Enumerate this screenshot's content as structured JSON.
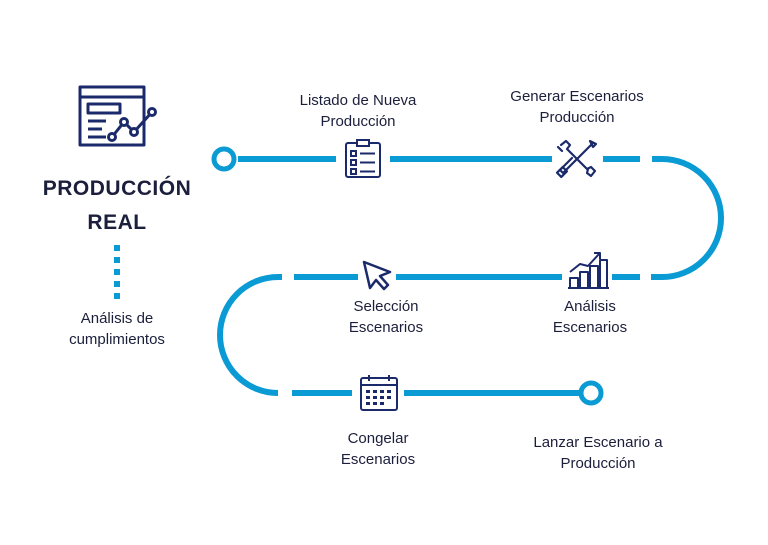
{
  "header": {
    "title_line1": "PRODUCCIÓN",
    "title_line2": "REAL"
  },
  "side_note": {
    "line1": "Análisis de",
    "line2": "cumplimientos"
  },
  "steps": [
    {
      "line1": "Listado de Nueva",
      "line2": "Producción",
      "icon": "checklist-icon"
    },
    {
      "line1": "Generar Escenarios",
      "line2": "Producción",
      "icon": "wrench-screwdriver-icon"
    },
    {
      "line1": "Análisis",
      "line2": "Escenarios",
      "icon": "bar-chart-growth-icon"
    },
    {
      "line1": "Selección",
      "line2": "Escenarios",
      "icon": "cursor-arrow-icon"
    },
    {
      "line1": "Congelar",
      "line2": "Escenarios",
      "icon": "calendar-icon"
    },
    {
      "line1": "Lanzar Escenario a",
      "line2": "Producción",
      "icon": "end-circle-icon"
    }
  ],
  "colors": {
    "path": "#0a9bd4",
    "icon": "#1b2a6b",
    "text": "#1b1f3b"
  }
}
